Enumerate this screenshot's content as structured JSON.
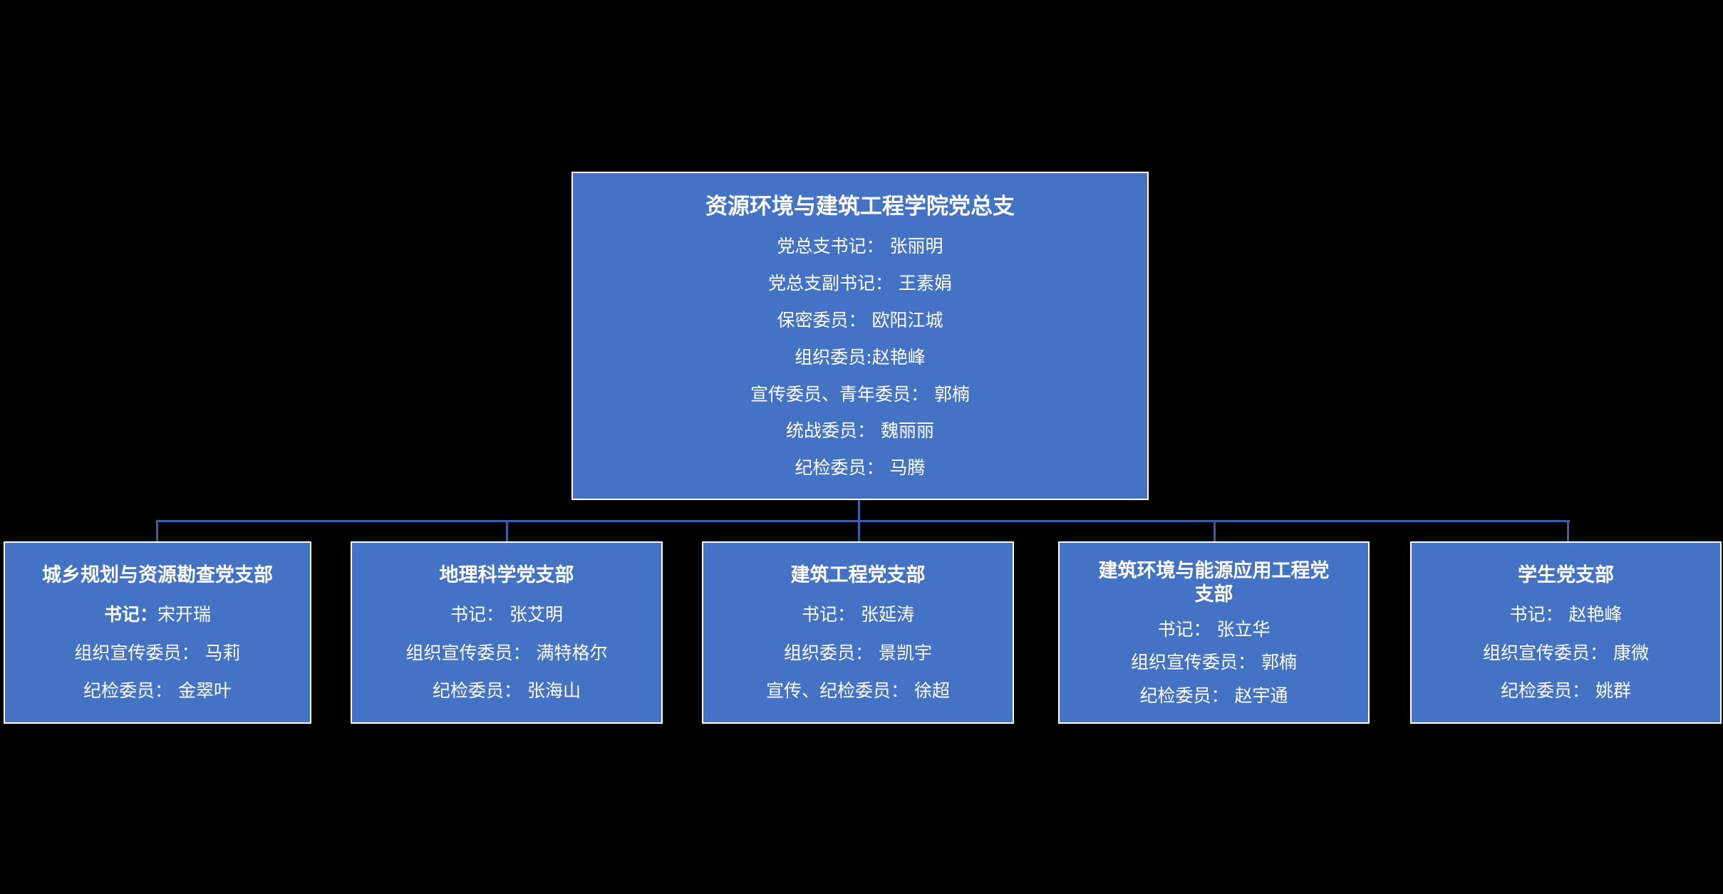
{
  "colors": {
    "background": "#000000",
    "box_fill": "#4472C4",
    "box_border": "#FFFFFF",
    "connector": "#3A5EA8",
    "text": "#FFFFFF"
  },
  "root": {
    "title": "资源环境与建筑工程学院党总支",
    "lines": [
      "党总支书记： 张丽明",
      "党总支副书记： 王素娟",
      "保密委员： 欧阳江城",
      "组织委员:赵艳峰",
      "宣传委员、青年委员： 郭楠",
      "统战委员： 魏丽丽",
      "纪检委员： 马腾"
    ]
  },
  "branches": [
    {
      "title": "城乡规划与资源勘查党支部",
      "sec_label": "书记：",
      "sec_name": "宋开瑞",
      "lines": [
        "组织宣传委员： 马莉",
        "纪检委员： 金翠叶"
      ]
    },
    {
      "title": "地理科学党支部",
      "lines": [
        "书记： 张艾明",
        "组织宣传委员： 满特格尔",
        "纪检委员： 张海山"
      ]
    },
    {
      "title": "建筑工程党支部",
      "lines": [
        "书记： 张延涛",
        "组织委员： 景凯宇",
        "宣传、纪检委员： 徐超"
      ]
    },
    {
      "title": "建筑环境与能源应用工程党支部",
      "lines": [
        "书记： 张立华",
        "组织宣传委员： 郭楠",
        "纪检委员： 赵宇通"
      ]
    },
    {
      "title": "学生党支部",
      "lines": [
        "书记： 赵艳峰",
        "组织宣传委员： 康微",
        "纪检委员： 姚群"
      ]
    }
  ]
}
